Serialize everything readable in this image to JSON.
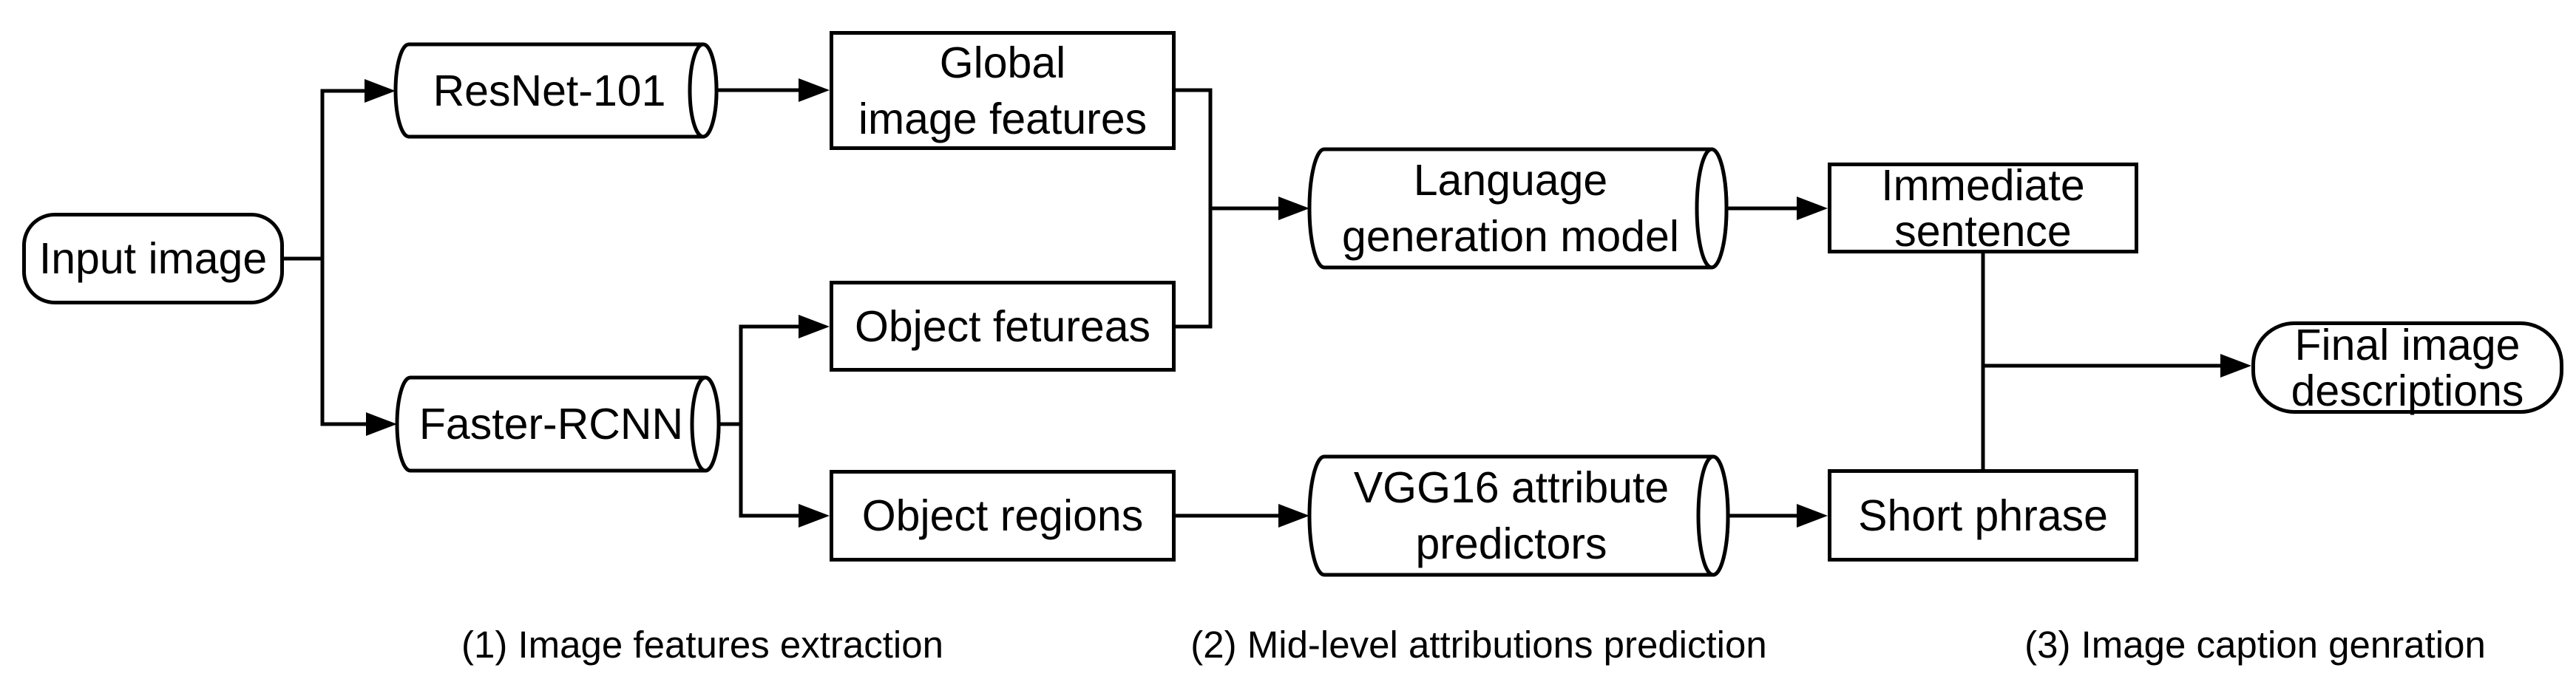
{
  "canvas": {
    "background": "#ffffff",
    "stroke_color": "#000000",
    "diagram_type": "flowchart"
  },
  "nodes": {
    "input_image": {
      "label": "Input image",
      "shape": "rounded-rectangle"
    },
    "resnet": {
      "label": "ResNet-101",
      "shape": "cylinder"
    },
    "global_features": {
      "line1": "Global",
      "line2": "image features",
      "shape": "rectangle"
    },
    "faster_rcnn": {
      "label": "Faster-RCNN",
      "shape": "cylinder"
    },
    "object_fetureas": {
      "label": "Object fetureas",
      "shape": "rectangle"
    },
    "object_regions": {
      "label": "Object regions",
      "shape": "rectangle"
    },
    "language_model": {
      "line1": "Language",
      "line2": "generation model",
      "shape": "cylinder"
    },
    "immediate_sentence": {
      "line1": "Immediate",
      "line2": "sentence",
      "shape": "rectangle"
    },
    "vgg16_predictors": {
      "line1": "VGG16 attribute",
      "line2": "predictors",
      "shape": "cylinder"
    },
    "short_phrase": {
      "label": "Short phrase",
      "shape": "rectangle"
    },
    "final_descriptions": {
      "line1": "Final image",
      "line2": "descriptions",
      "shape": "rounded-rectangle"
    }
  },
  "edges": [
    {
      "from": "input_image",
      "to": "resnet",
      "arrow": true
    },
    {
      "from": "input_image",
      "to": "faster_rcnn",
      "arrow": true
    },
    {
      "from": "resnet",
      "to": "global_features",
      "arrow": true
    },
    {
      "from": "faster_rcnn",
      "to": "object_fetureas",
      "arrow": true
    },
    {
      "from": "faster_rcnn",
      "to": "object_regions",
      "arrow": true
    },
    {
      "from": "global_features",
      "to": "language_model",
      "arrow": true
    },
    {
      "from": "object_fetureas",
      "to": "language_model",
      "arrow": true
    },
    {
      "from": "language_model",
      "to": "immediate_sentence",
      "arrow": true
    },
    {
      "from": "object_regions",
      "to": "vgg16_predictors",
      "arrow": true
    },
    {
      "from": "vgg16_predictors",
      "to": "short_phrase",
      "arrow": true
    },
    {
      "from": "immediate_sentence",
      "to": "final_descriptions",
      "arrow": true
    },
    {
      "from": "short_phrase",
      "to": "final_descriptions",
      "arrow": true
    }
  ],
  "captions": {
    "stage1": "(1) Image features extraction",
    "stage2": "(2) Mid-level attributions prediction",
    "stage3": "(3) Image caption genration"
  }
}
